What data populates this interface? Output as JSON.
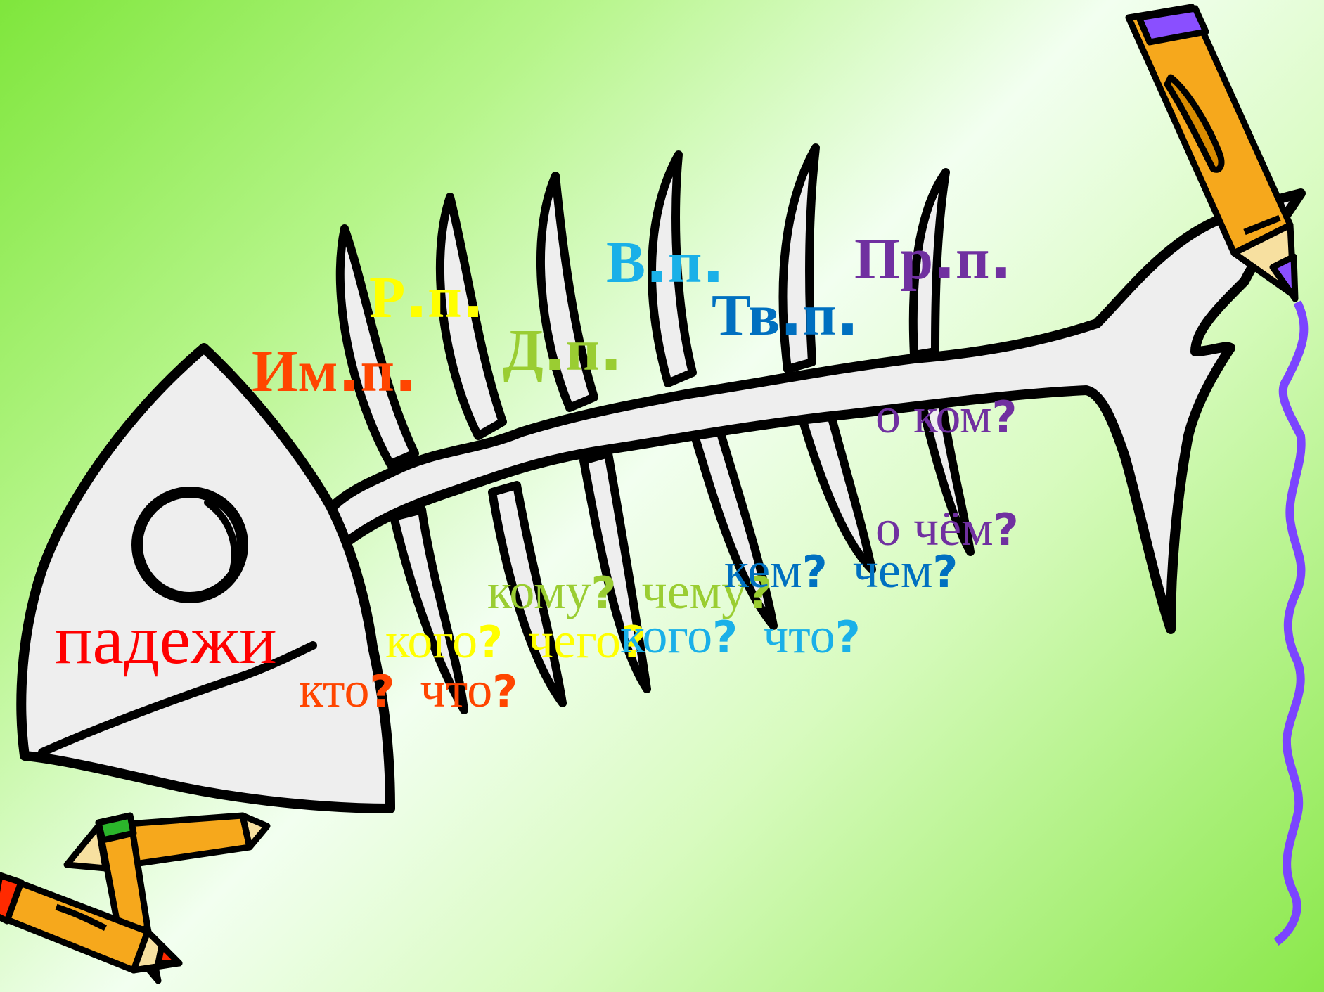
{
  "title": {
    "text": "падежи",
    "color": "#ff0000"
  },
  "cases": {
    "nom": {
      "name": "Им",
      "sep": ".",
      "abbr": "п",
      "end": ".",
      "color": "#ff4500"
    },
    "gen": {
      "name": "Р",
      "sep": ".",
      "abbr": "п",
      "end": ".",
      "color": "#ffff00"
    },
    "dat": {
      "name": "Д",
      "sep": ".",
      "abbr": "п",
      "end": ".",
      "color": "#9acd32"
    },
    "acc": {
      "name": "В",
      "sep": ".",
      "abbr": "п",
      "end": ".",
      "color": "#1ab0e8"
    },
    "ins": {
      "name": "Тв",
      "sep": ".",
      "abbr": "п",
      "end": ".",
      "color": "#0070c0"
    },
    "pre": {
      "name": "Пр",
      "sep": ".",
      "abbr": "п",
      "end": ".",
      "color": "#7030a0"
    }
  },
  "questions": {
    "nom": {
      "a": "кто",
      "b": "что",
      "mark": "?",
      "color": "#ff4500"
    },
    "gen": {
      "a": "кого",
      "b": "чего",
      "mark": "?",
      "color": "#ffff00"
    },
    "dat": {
      "a": "кому",
      "b": "чему",
      "mark": "?",
      "color": "#9acd32"
    },
    "acc": {
      "a": "кого",
      "b": "что",
      "mark": "?",
      "color": "#1ab0e8"
    },
    "ins": {
      "a": "кем",
      "b": "чем",
      "mark": "?",
      "color": "#0070c0"
    },
    "pre1": {
      "a": "о ком",
      "mark": "?",
      "color": "#7030a0"
    },
    "pre2": {
      "a": "о чём",
      "mark": "?",
      "color": "#7030a0"
    }
  },
  "icons": {
    "fish": "fish-skeleton-icon",
    "pencil_top": "pencil-icon",
    "pencils_bottom": "crossed-pencils-icon",
    "scribble": "scribble-line-icon"
  },
  "colors": {
    "bone": "#eeeeee",
    "outline": "#000000",
    "pencil_body": "#f6a81c",
    "pencil_top_cap": "#8a4fff",
    "pencil_red_cap": "#ff2a00",
    "pencil_green_cap": "#2bb52b",
    "scribble": "#7b44ff"
  }
}
